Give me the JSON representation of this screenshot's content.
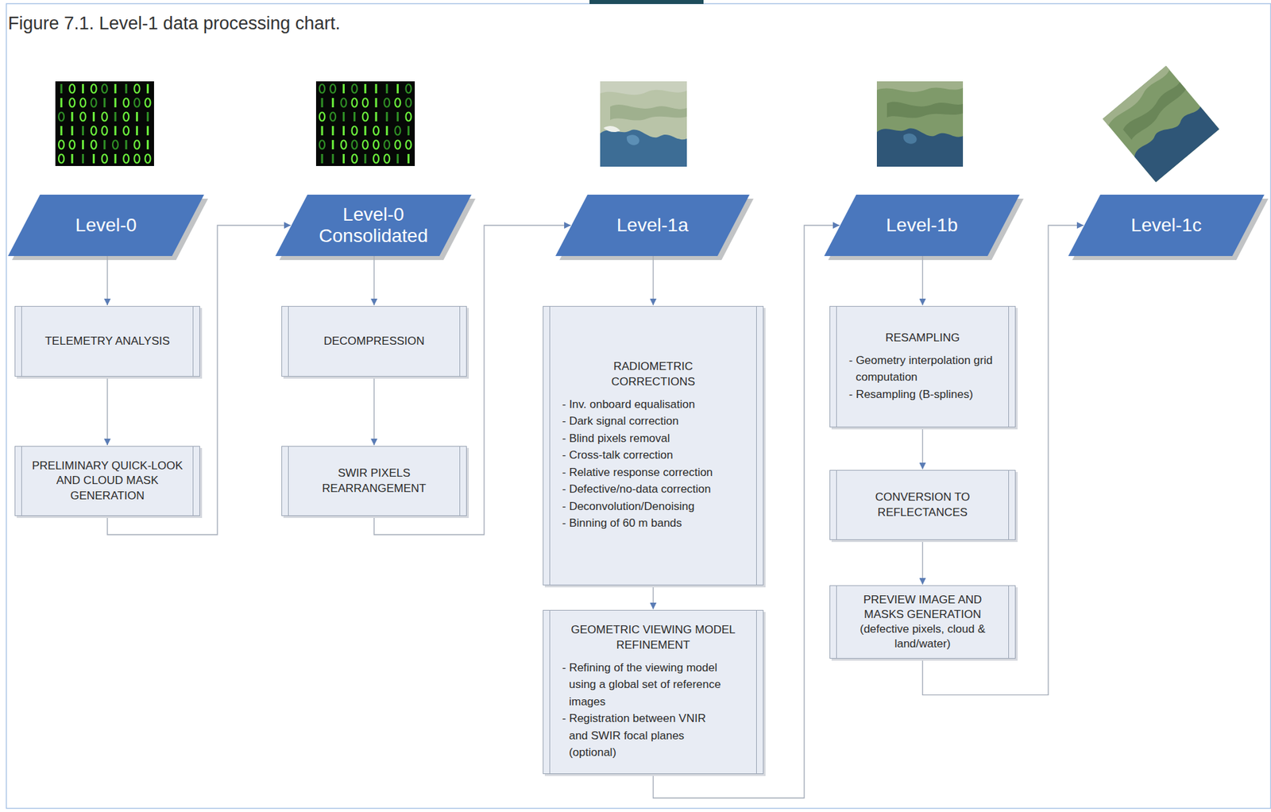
{
  "diagram": {
    "title": "Figure 7.1. Level-1 data processing chart.",
    "nodes": [
      {
        "text": [
          "Level-0"
        ]
      },
      {
        "text": [
          "TELEMETRY ANALYSIS"
        ]
      },
      {
        "text": [
          "PRELIMINARY QUICK-LOOK AND CLOUD MASK GENERATION"
        ]
      },
      {
        "text": [
          "Level-0 Consolidated"
        ]
      },
      {
        "text": [
          "DECOMPRESSION"
        ]
      },
      {
        "text": [
          "SWIR PIXELS REARRANGEMENT"
        ]
      },
      {
        "text": [
          "Level-1a"
        ]
      },
      {
        "text": [
          "RADIOMETRIC CORRECTIONS",
          "- Inv. onboard equalisation",
          "- Dark signal correction",
          "- Blind pixels removal",
          "- Cross-talk correction",
          "- Relative response correction",
          "- Defective/no-data correction",
          "- Deconvolution/Denoising",
          "- Binning of 60 m bands"
        ]
      },
      {
        "text": [
          "GEOMETRIC VIEWING MODEL REFINEMENT",
          "- Refining of the viewing model using a global set of reference images",
          "- Registration between VNIR and SWIR focal planes (optional)"
        ]
      },
      {
        "text": [
          "Level-1b"
        ]
      },
      {
        "text": [
          "RESAMPLING",
          "- Geometry interpolation grid computation",
          "- Resampling (B-splines)"
        ]
      },
      {
        "text": [
          "CONVERSION TO REFLECTANCES"
        ]
      },
      {
        "text": [
          "PREVIEW IMAGE AND MASKS GENERATION (defective pixels, cloud & land/water)"
        ]
      },
      {
        "text": [
          "Level-1c"
        ]
      }
    ],
    "edges": [
      {
        "from": 0,
        "to": 1,
        "arrow": "to"
      },
      {
        "from": 1,
        "to": 2,
        "arrow": "to"
      },
      {
        "from": 2,
        "to": 3,
        "arrow": "to"
      },
      {
        "from": 3,
        "to": 4,
        "arrow": "to"
      },
      {
        "from": 4,
        "to": 5,
        "arrow": "to"
      },
      {
        "from": 5,
        "to": 6,
        "arrow": "to"
      },
      {
        "from": 6,
        "to": 7,
        "arrow": "to"
      },
      {
        "from": 7,
        "to": 8,
        "arrow": "to"
      },
      {
        "from": 8,
        "to": 9,
        "arrow": "to"
      },
      {
        "from": 9,
        "to": 10,
        "arrow": "to"
      },
      {
        "from": 10,
        "to": 11,
        "arrow": "to"
      },
      {
        "from": 11,
        "to": 12,
        "arrow": "to"
      },
      {
        "from": 12,
        "to": 13,
        "arrow": "to"
      }
    ]
  }
}
